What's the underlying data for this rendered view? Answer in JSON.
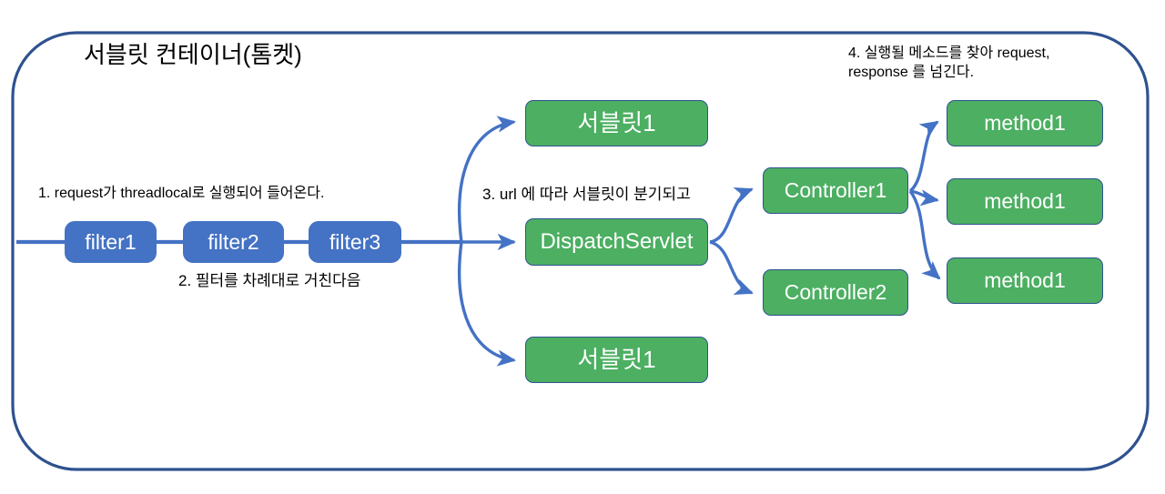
{
  "diagram": {
    "container_title": "서블릿 컨테이너(톰켓)",
    "colors": {
      "container_border": "#2F528F",
      "filter_blue": "#4472C4",
      "node_green": "#4CAF62",
      "node_border": "#2F528F",
      "arrow_blue": "#4472C4",
      "text_dark": "#000000",
      "node_text": "#FFFFFF",
      "background": "#FFFFFF"
    },
    "annotations": [
      {
        "id": "step-1",
        "text": "1. request가 threadlocal로 실행되어 들어온다."
      },
      {
        "id": "step-2",
        "text": "2. 필터를 차례대로 거친다음"
      },
      {
        "id": "step-3",
        "text": "3. url 에 따라 서블릿이 분기되고"
      },
      {
        "id": "step-4",
        "text": "4. 실행될 메소드를 찾아 request,\nresponse 를 넘긴다."
      }
    ],
    "filters": [
      {
        "id": "filter1",
        "label": "filter1"
      },
      {
        "id": "filter2",
        "label": "filter2"
      },
      {
        "id": "filter3",
        "label": "filter3"
      }
    ],
    "servlets": [
      {
        "id": "servlet-top",
        "label": "서블릿1"
      },
      {
        "id": "dispatch-servlet",
        "label": "DispatchServlet"
      },
      {
        "id": "servlet-bottom",
        "label": "서블릿1"
      }
    ],
    "controllers": [
      {
        "id": "controller1",
        "label": "Controller1"
      },
      {
        "id": "controller2",
        "label": "Controller2"
      }
    ],
    "methods": [
      {
        "id": "method-top",
        "label": "method1"
      },
      {
        "id": "method-middle",
        "label": "method1"
      },
      {
        "id": "method-bottom",
        "label": "method1"
      }
    ]
  }
}
